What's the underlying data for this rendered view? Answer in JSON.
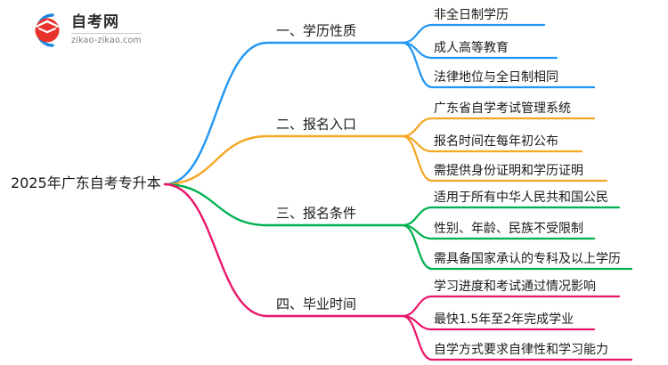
{
  "logo": {
    "name": "zikao-logo",
    "title": "自考网",
    "url": "zikao-zikao.com",
    "mark_arc_color": "#1a86e0",
    "mark_cap_color": "#e8322c"
  },
  "mindmap": {
    "root": {
      "label": "2025年广东自考专升本"
    },
    "branches": [
      {
        "label": "一、学历性质",
        "color": "#2196f3",
        "leaves": [
          "非全日制学历",
          "成人高等教育",
          "法律地位与全日制相同"
        ]
      },
      {
        "label": "二、报名入口",
        "color": "#f5a623",
        "leaves": [
          "广东省自学考试管理系统",
          "报名时间在每年初公布",
          "需提供身份证明和学历证明"
        ]
      },
      {
        "label": "三、报名条件",
        "color": "#00b050",
        "leaves": [
          "适用于所有中华人民共和国公民",
          "性别、年龄、民族不受限制",
          "需具备国家承认的专科及以上学历"
        ]
      },
      {
        "label": "四、毕业时间",
        "color": "#e8156b",
        "leaves": [
          "学习进度和考试通过情况影响",
          "最快1.5年至2年完成学业",
          "自学方式要求自律性和学习能力"
        ]
      }
    ]
  }
}
